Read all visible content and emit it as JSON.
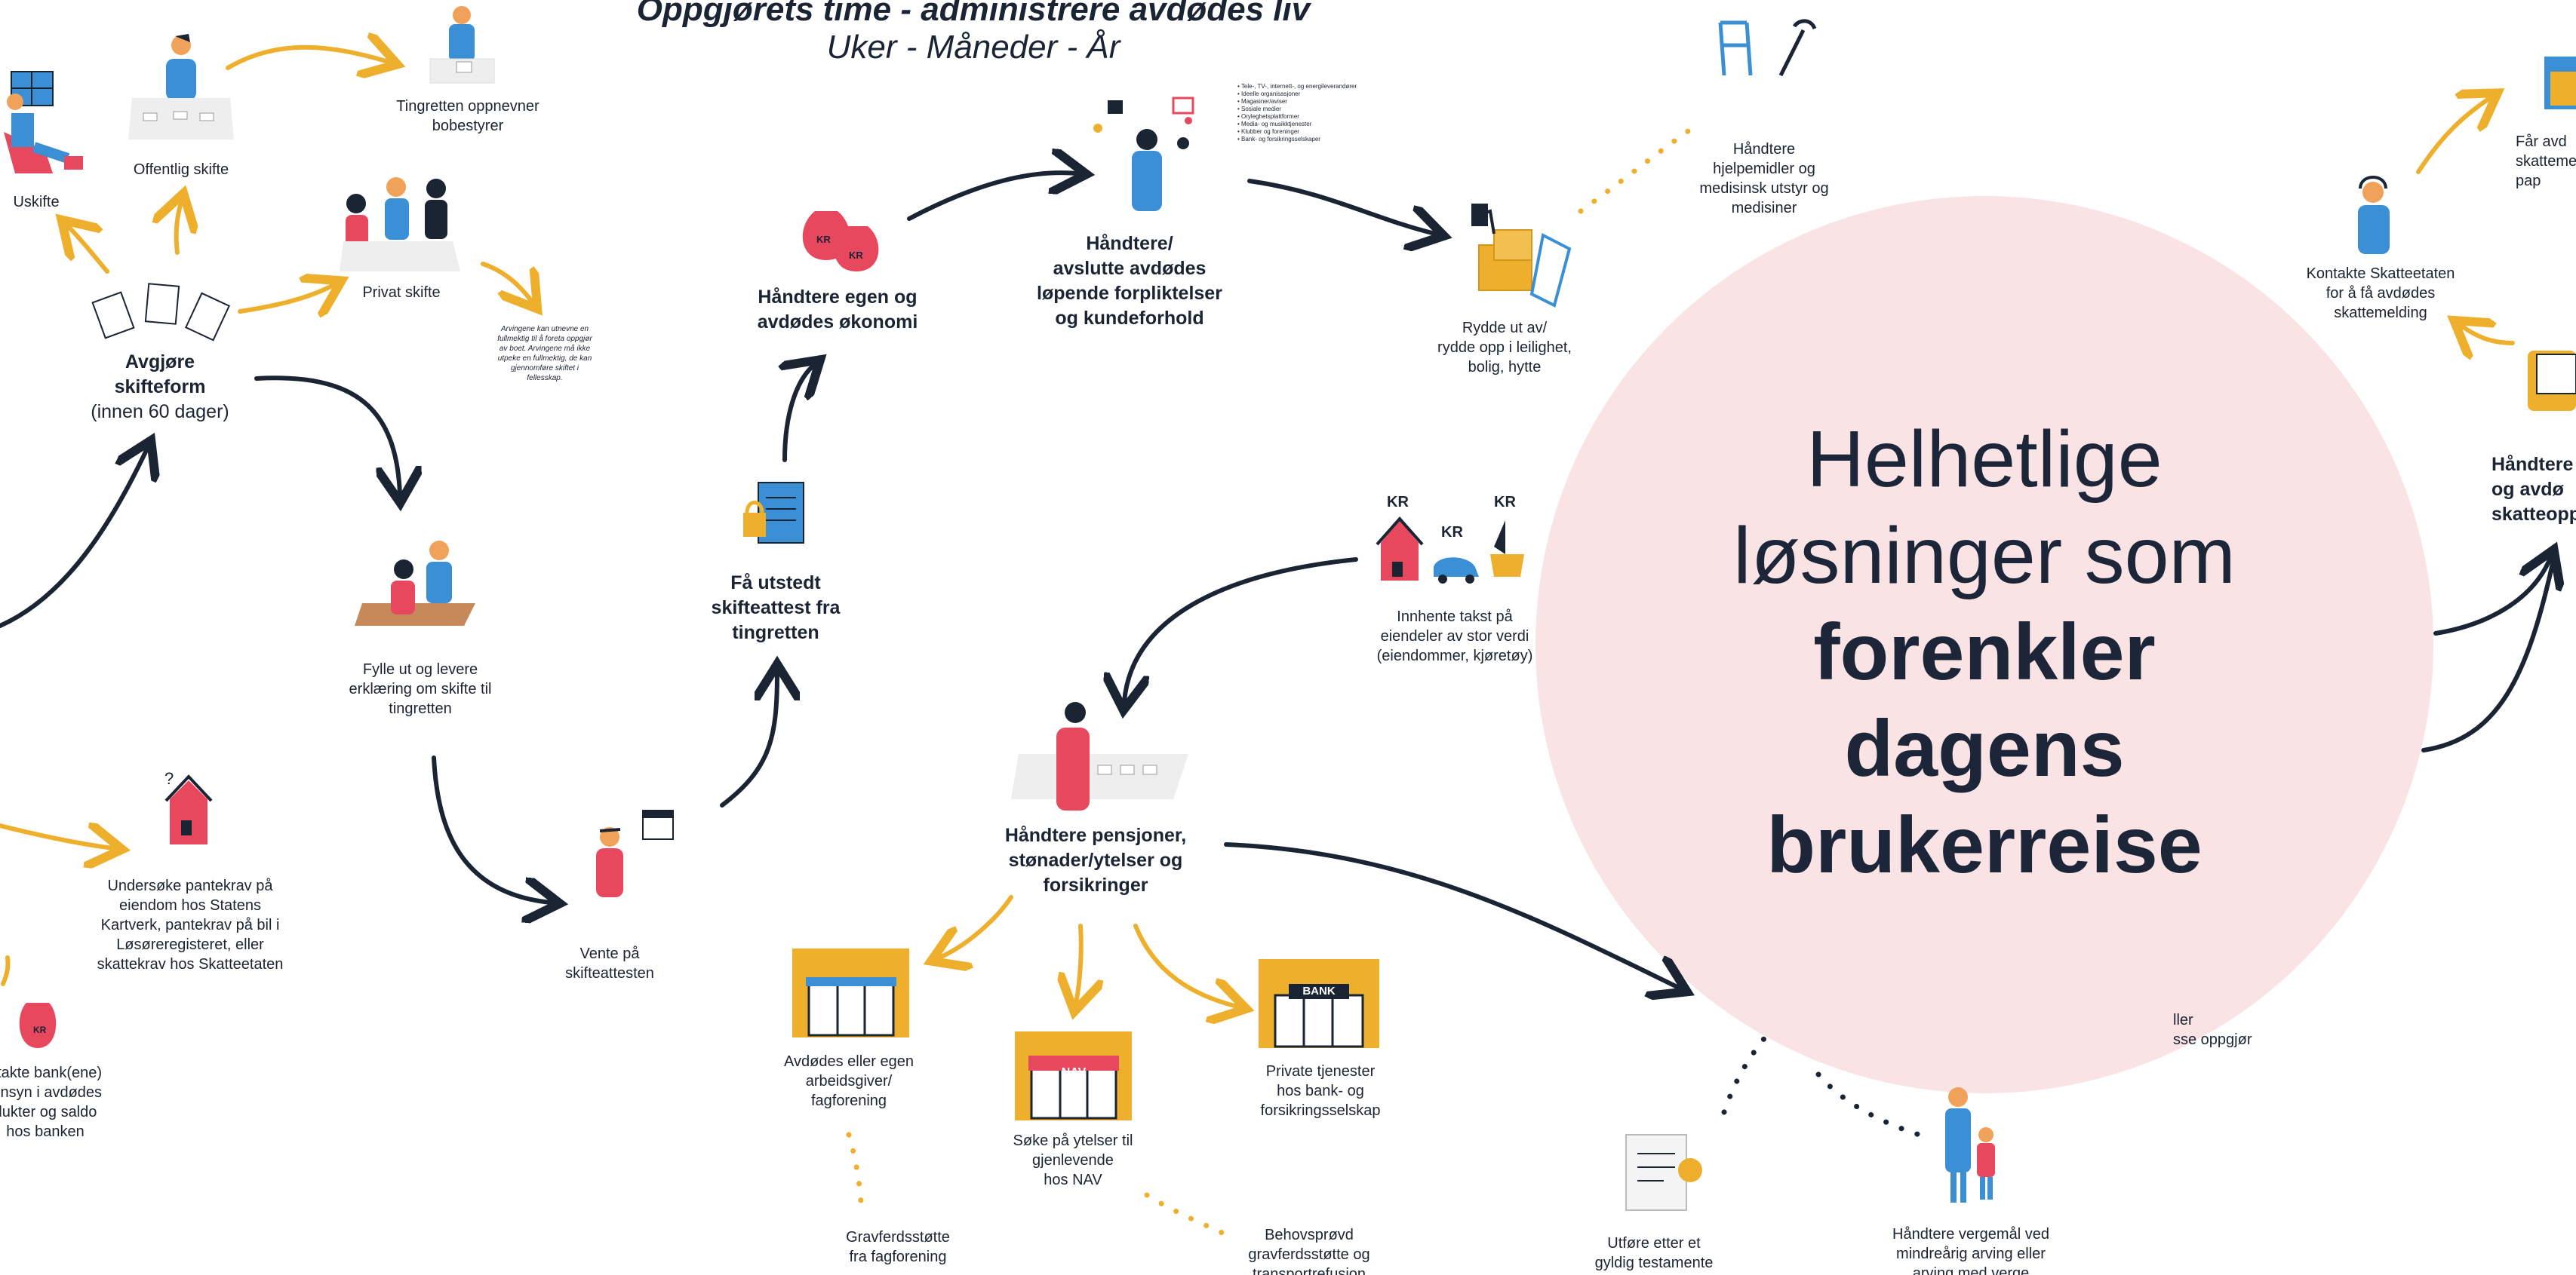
{
  "header": {
    "title": "Oppgjørets time - administrere avdødes liv",
    "subtitle": "Uker - Måneder - År"
  },
  "circle": {
    "line1": "Helhetlige",
    "line2": "løsninger som",
    "line3": "forenkler",
    "line4": "dagens",
    "line5": "brukerreise"
  },
  "steps": {
    "uskifte": "Uskifte",
    "offentlig_skifte": "Offentlig skifte",
    "tingretten_bobestyrer": "Tingretten oppnevner\nbobestyrer",
    "privat_skifte": "Privat skifte",
    "avgjore_title": "Avgjøre\nskifteform",
    "avgjore_sub": "(innen 60 dager)",
    "fullmakt_note": "Arvingene kan utnevne en\nfullmektig til å foreta oppgjør\nav boet. Arvingene må ikke\nutpeke en fullmektig, de kan\ngjennomføre skiftet i\nfellesskap.",
    "fylle_ut": "Fylle ut og levere\nerklæring om skifte til\ntingretten",
    "undersoke": "Undersøke pantekrav på\neiendom hos Statens\nKartverk, pantekrav på bil i\nLøsøreregisteret, eller\nskattekrav hos Skatteetaten",
    "kontakte_bank": "ntakte bank(ene)\ninnsyn i avdødes\ndukter og saldo\nhos banken",
    "vente": "Vente på\nskifteattesten",
    "fa_utstedt": "Få utstedt\nskifteattest fra\ntingretten",
    "okonomi": "Håndtere egen og\navdødes økonomi",
    "forpliktelser": "Håndtere/\navslutte avdødes\nløpende forpliktelser\nog kundeforhold",
    "forpliktelser_list": "• Tele-, TV-, internett-, og energileverandører\n• Ideelle organisasjoner\n• Magasiner/aviser\n• Sosiale medier\n• Oryleghetsplattformer\n• Media- og musikktjenester\n• Klubber og foreninger\n• Bank- og forsikringsselskaper",
    "rydde": "Rydde ut av/\nrydde opp i leilighet,\nbolig, hytte",
    "hjelpemidler": "Håndtere\nhjelpemidler og\nmedisinsk utstyr og\nmedisiner",
    "takst": "Innhente takst på\neiendeler av stor verdi\n(eiendommer, kjøretøy)",
    "pensjoner": "Håndtere pensjoner,\nstønader/ytelser og\nforsikringer",
    "arbeidsgiver": "Avdødes eller egen\narbeidsgiver/\nfagforening",
    "nav": "Søke på ytelser til\ngjenlevende\nhos NAV",
    "private_tjenester": "Private tjenester\nhos bank- og\nforsikringsselskap",
    "gravferd_fag": "Gravferdsstøtte\nfra fagforening",
    "behovsprovd": "Behovsprøvd\ngravferdsstøtte og\ntransportrefusjon",
    "testamente": "Utføre etter et\ngyldig testamente",
    "vergemal": "Håndtere vergemål ved\nmindreårig arving eller\narving med verge",
    "skatte_partial": "ller\nsse oppgjør",
    "kontakte_skatteetaten": "Kontakte Skatteetaten\nfor å få avdødes\nskattemelding",
    "far_avdodes": "Får avd\nskatteme\npap",
    "skatteopp": "Håndtere\nog avdø\nskatteopp"
  },
  "icons": {
    "bank_sign": "BANK",
    "nav_sign": "NAV",
    "kr": "KR"
  },
  "colors": {
    "navy": "#1a2433",
    "yellow": "#eeb02c",
    "red": "#e8485e",
    "blue": "#3b8fd4",
    "circle_fill": "#f9e3e5"
  }
}
